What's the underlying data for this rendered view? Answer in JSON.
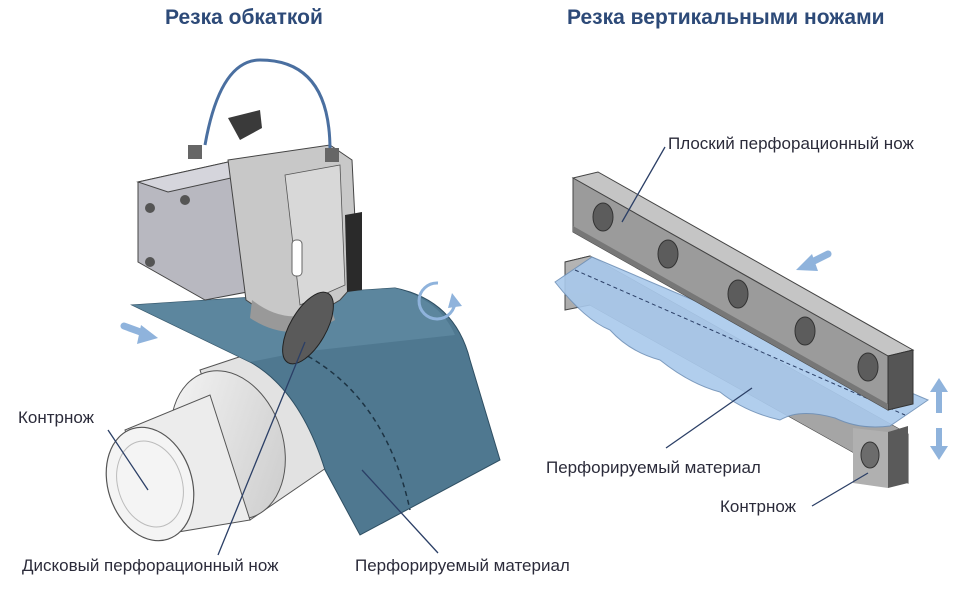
{
  "left": {
    "title": "Резка обкаткой",
    "labels": {
      "counter_knife": "Контрнож",
      "disc_knife": "Дисковый перфорационный нож",
      "material": "Перфорируемый материал"
    }
  },
  "right": {
    "title": "Резка вертикальными ножами",
    "labels": {
      "flat_knife": "Плоский перфорационный нож",
      "material": "Перфорируемый материал",
      "counter_knife": "Контрнож"
    }
  },
  "colors": {
    "title": "#2d4a78",
    "web_dark": "#4f7890",
    "film_light": "#a9c9ec",
    "arrow": "#8fb3dc",
    "leader": "#2b3f66",
    "steel": "#9a9a9a"
  },
  "icons": [
    "rotation-arrow-icon",
    "feed-arrow-icon",
    "vertical-motion-arrow-icon"
  ]
}
